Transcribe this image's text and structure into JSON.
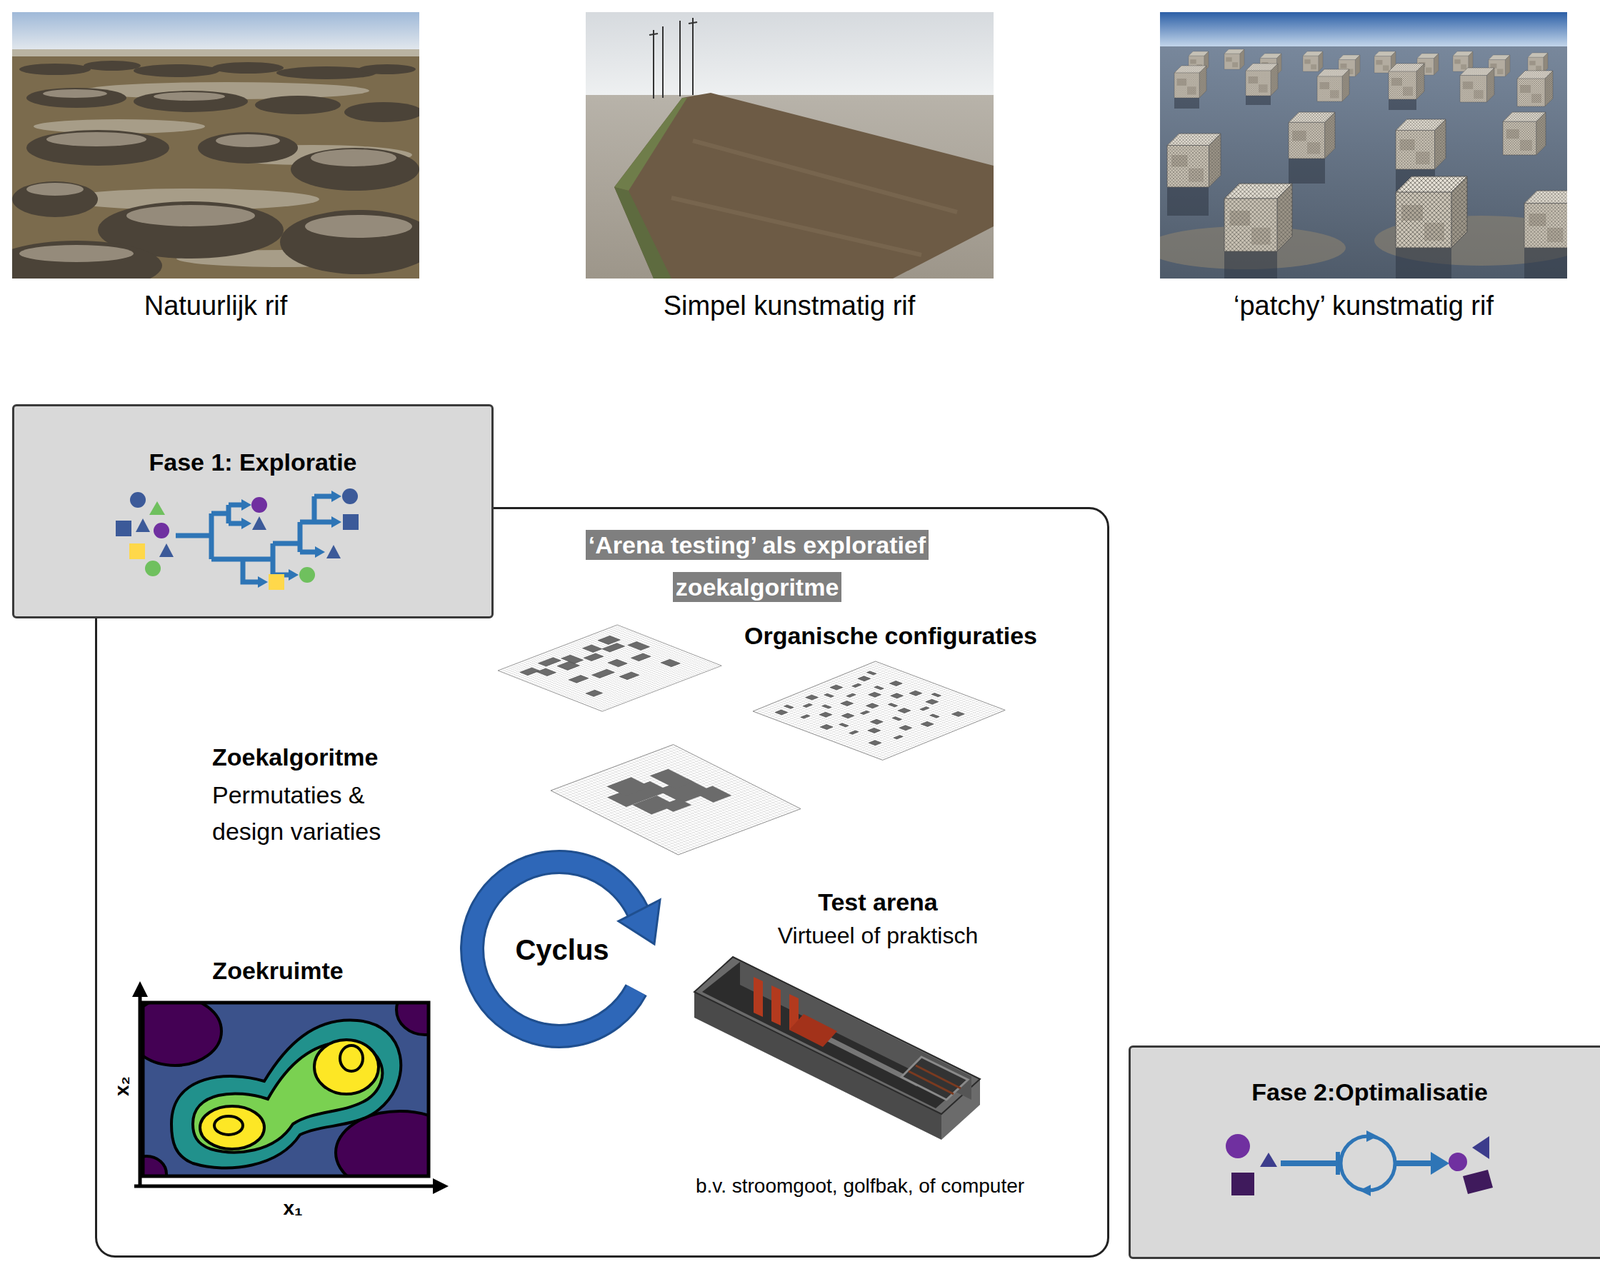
{
  "diagram": {
    "nodes": [
      {
        "text": [
          "Fase 1: Exploratie"
        ]
      },
      {
        "text": [
          "‘Arena testing’ als exploratief zoekalgoritme"
        ]
      },
      {
        "text": [
          "Fase 2:Optimalisatie"
        ]
      }
    ],
    "labels": [
      "Natuurlijk rif",
      "Simpel kunstmatig rif",
      "‘patchy’ kunstmatig rif",
      "Organische configuraties",
      "Zoekalgoritme",
      "Permutaties & design variaties",
      "Cyclus",
      "Test arena",
      "Virtueel of praktisch",
      "b.v. stroomgoot, golfbak, of computer",
      "Zoekruimte",
      "x₂",
      "x₁"
    ]
  }
}
